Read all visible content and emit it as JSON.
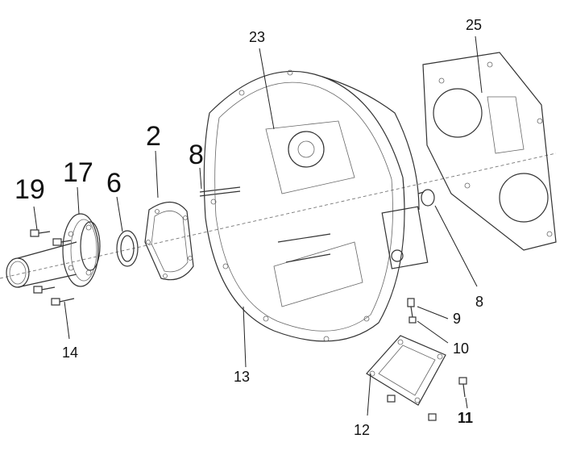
{
  "callouts": {
    "c19": "19",
    "c17": "17",
    "c6": "6",
    "c2": "2",
    "c8a": "8",
    "c23": "23",
    "c25": "25",
    "c8b": "8",
    "c9": "9",
    "c10": "10",
    "c14": "14",
    "c13": "13",
    "c12": "12",
    "c11": "11"
  }
}
